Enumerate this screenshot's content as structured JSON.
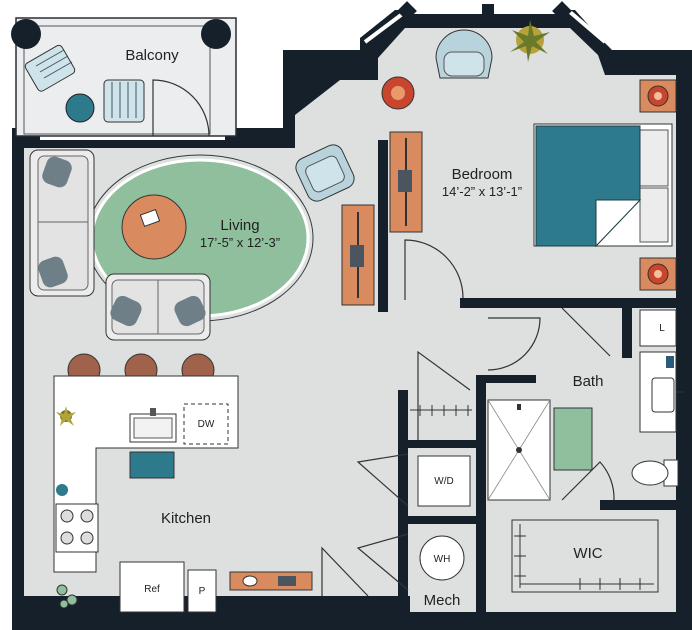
{
  "rooms": {
    "balcony": {
      "name": "Balcony"
    },
    "living": {
      "name": "Living",
      "dimensions": "17’-5” x 12’-3”"
    },
    "bedroom": {
      "name": "Bedroom",
      "dimensions": "14’-2” x 13’-1”"
    },
    "bath": {
      "name": "Bath"
    },
    "kitchen": {
      "name": "Kitchen"
    },
    "wic": {
      "name": "WIC"
    },
    "mech": {
      "name": "Mech"
    }
  },
  "fixtures": {
    "dishwasher": "DW",
    "washer_dryer": "W/D",
    "refrigerator": "Ref",
    "pantry": "P",
    "water_heater": "WH",
    "linen": "L"
  },
  "colors": {
    "wall": "#15202b",
    "floor": "#dedfdf",
    "rug": "#8fbf9c",
    "bed": "#2c7a8c",
    "wood": "#d98b5f",
    "red_accent": "#c8452e",
    "chair": "#b9d3dc"
  }
}
